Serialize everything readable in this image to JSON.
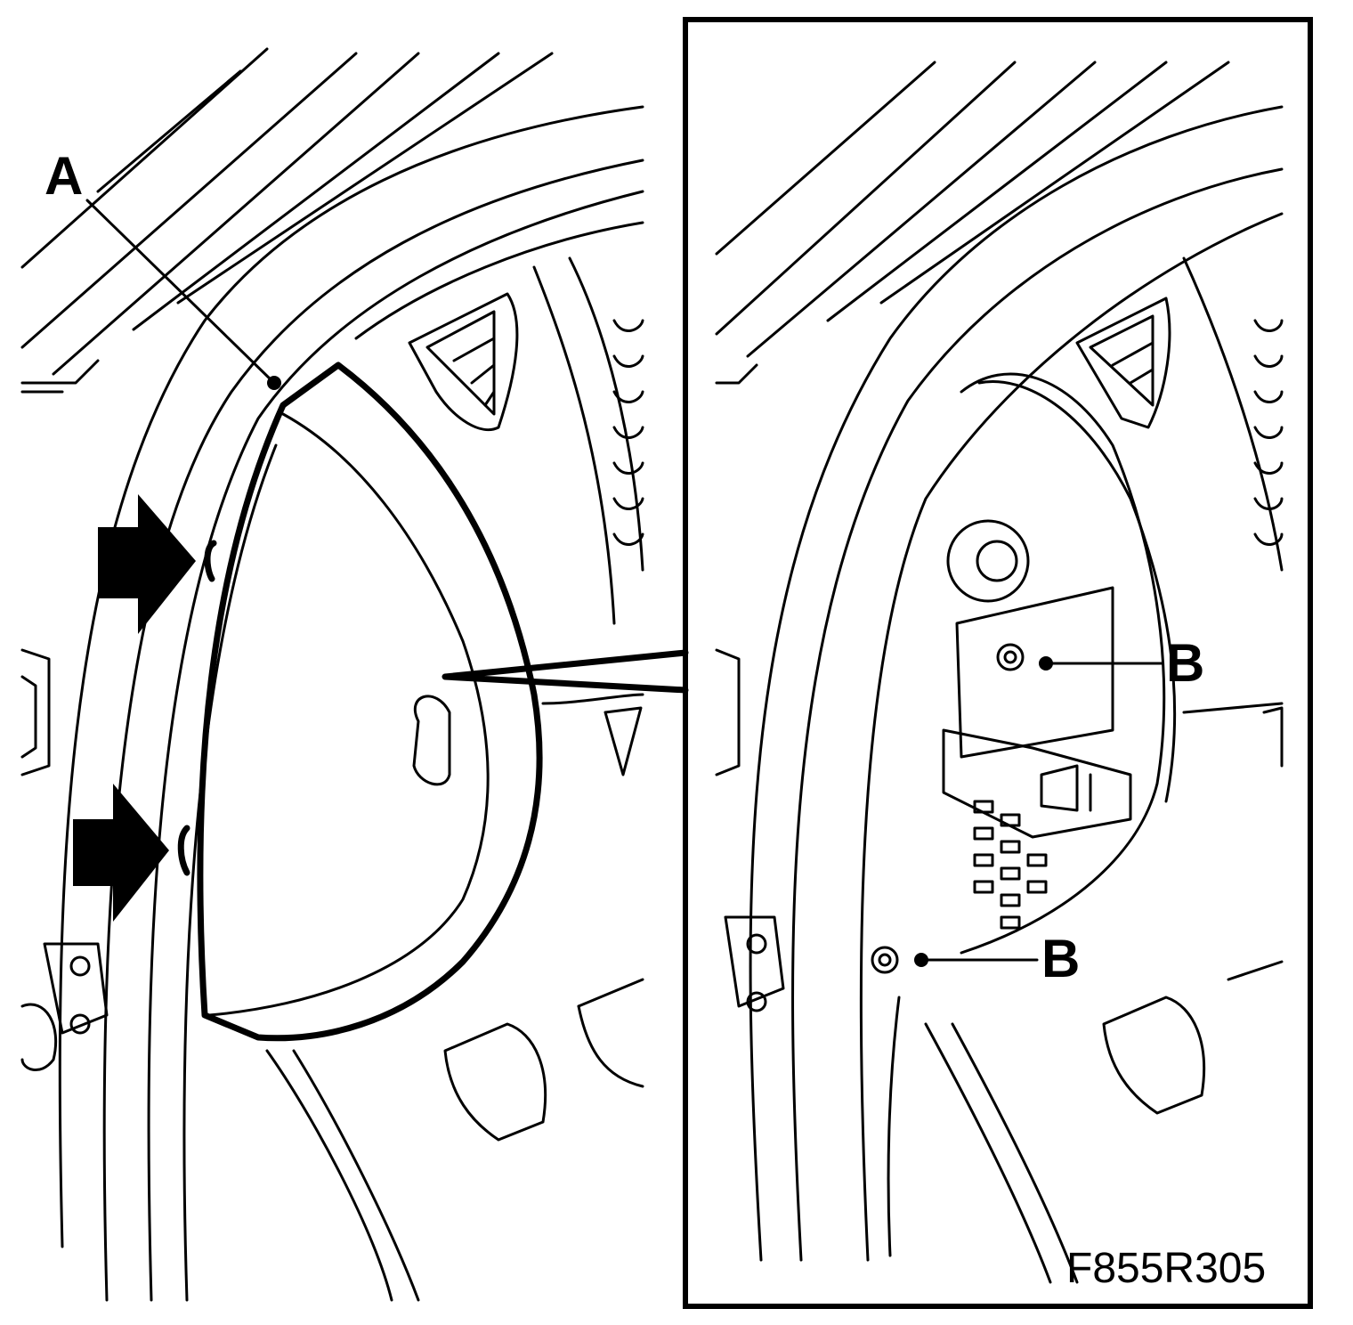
{
  "labels": {
    "panel": "A",
    "fastener_upper": "B",
    "fastener_lower": "B"
  },
  "figure_code": "F855R305",
  "icons": {
    "pointer_arrows": [
      "arrow-right-icon",
      "arrow-right-icon"
    ]
  }
}
